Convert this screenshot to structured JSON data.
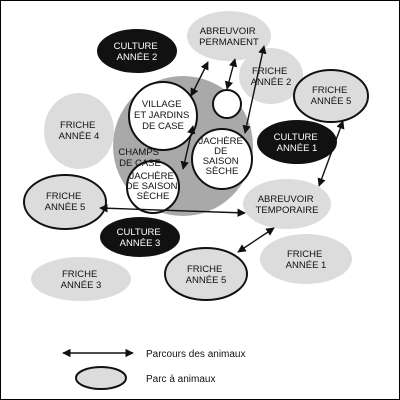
{
  "colors": {
    "black": "#111111",
    "light_gray": "#dcdcdc",
    "mid_gray": "#a9a9a9",
    "white": "#ffffff"
  },
  "nodes": {
    "culture_2": [
      "CULTURE",
      "ANNÉE 2"
    ],
    "abreuvoir_permanent": [
      "ABREUVOIR",
      "PERMANENT"
    ],
    "friche_2": [
      "FRICHE",
      "ANNÉE 2"
    ],
    "friche_5_right": [
      "FRICHE",
      "ANNÉE 5"
    ],
    "friche_4": [
      "FRICHE",
      "ANNÉE 4"
    ],
    "village": [
      "VILLAGE",
      "ET JARDINS",
      "DE CASE"
    ],
    "champs_de_case": [
      "CHAMPS",
      "DE CASE"
    ],
    "jachere_right": [
      "JACHÈRE",
      "DE",
      "SAISON",
      "SÈCHE"
    ],
    "jachere_left": [
      "JACHÈRE",
      "DE SAISON",
      "SÈCHE"
    ],
    "culture_1": [
      "CULTURE",
      "ANNÉE 1"
    ],
    "friche_5_left": [
      "FRICHE",
      "ANNÉE 5"
    ],
    "abreuvoir_temporaire": [
      "ABREUVOIR",
      "TEMPORAIRE"
    ],
    "culture_3": [
      "CULTURE",
      "ANNÉE 3"
    ],
    "friche_3": [
      "FRICHE",
      "ANNÉE 3"
    ],
    "friche_5_bottom": [
      "FRICHE",
      "ANNÉE 5"
    ],
    "friche_1": [
      "FRICHE",
      "ANNÉE 1"
    ]
  },
  "legend": {
    "arrow_label": "Parcours des animaux",
    "ellipse_label": "Parc à animaux"
  }
}
